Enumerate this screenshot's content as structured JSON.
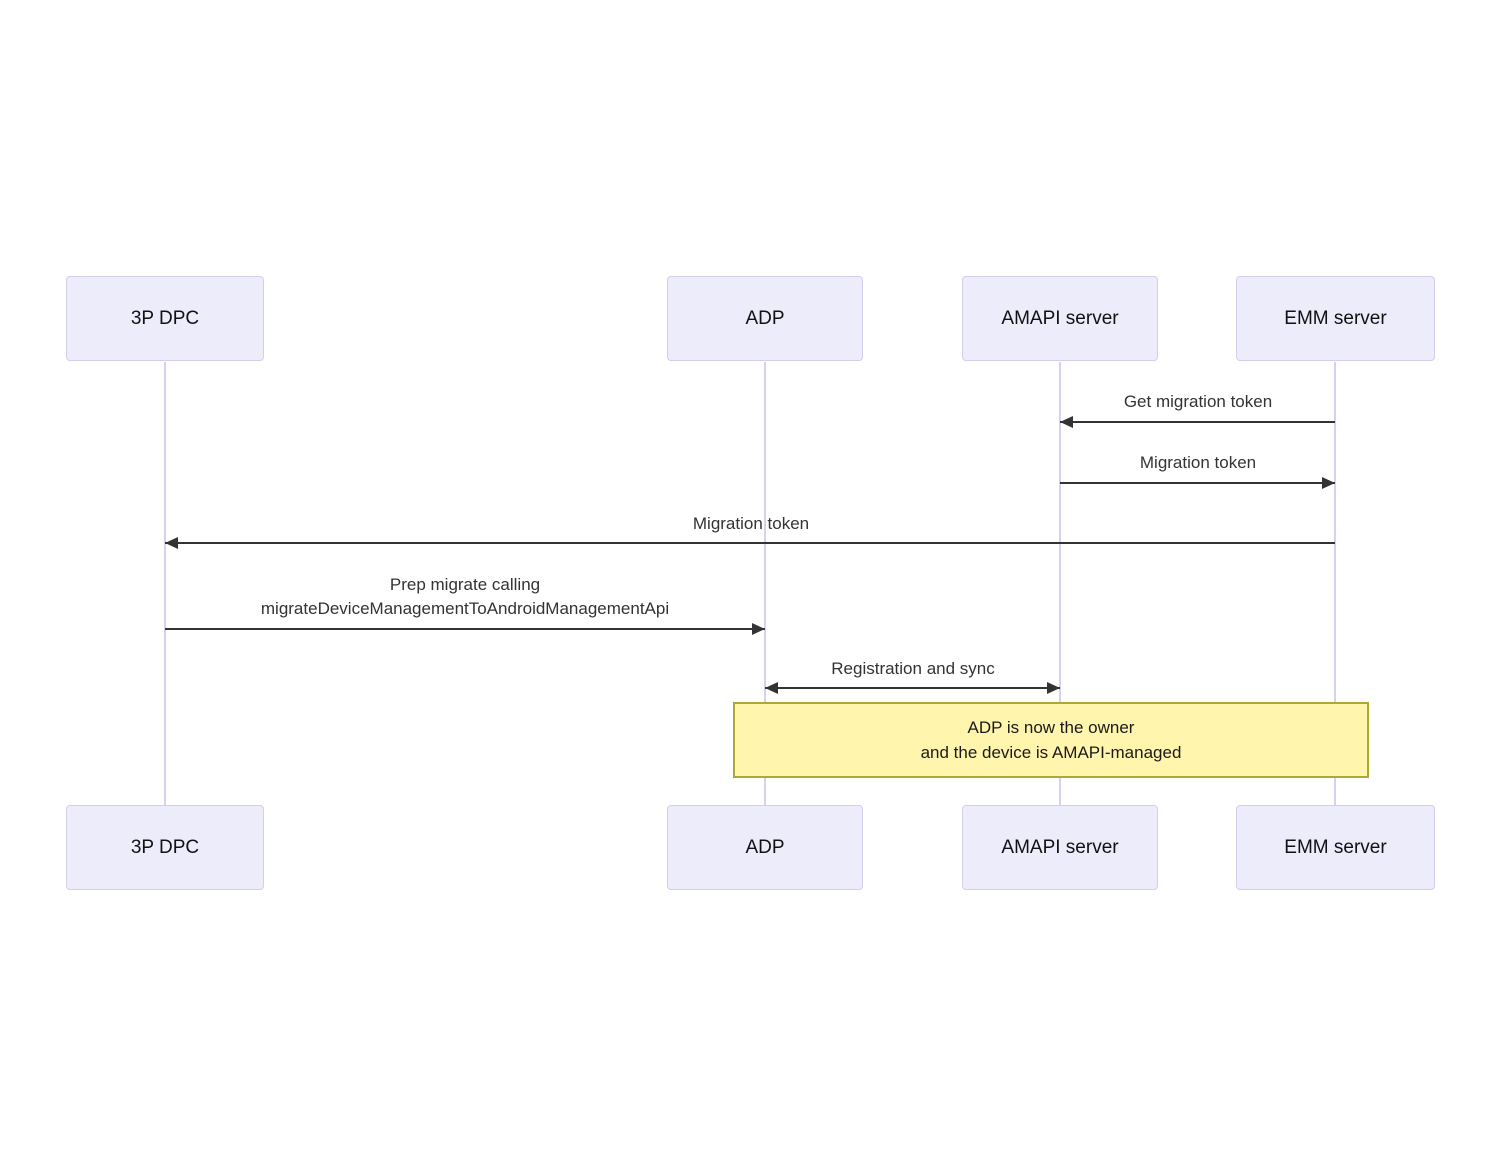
{
  "diagram_type": "sequence",
  "colors": {
    "background": "#ffffff",
    "actor-fill": "#ececfb",
    "actor-border": "#d5cdec",
    "actor-text": "#111111",
    "lifeline": "#d8d0ee",
    "message-line": "#333333",
    "message-text": "#333333",
    "note-fill": "#fff5ad",
    "note-border": "#aaaa33",
    "note-text": "#1a1a1a"
  },
  "actors": [
    {
      "id": "3p-dpc",
      "label": "3P DPC"
    },
    {
      "id": "adp",
      "label": "ADP"
    },
    {
      "id": "amapi-server",
      "label": "AMAPI server"
    },
    {
      "id": "emm-server",
      "label": "EMM server"
    }
  ],
  "messages": [
    {
      "from": "EMM server",
      "to": "AMAPI server",
      "direction": "left",
      "label": "Get migration token"
    },
    {
      "from": "AMAPI server",
      "to": "EMM server",
      "direction": "right",
      "label": "Migration token"
    },
    {
      "from": "EMM server",
      "to": "3P DPC",
      "direction": "left",
      "label": "Migration token"
    },
    {
      "from": "3P DPC",
      "to": "ADP",
      "direction": "right",
      "label": "Prep migrate calling migrateDeviceManagementToAndroidManagementApi",
      "lines": [
        "Prep migrate calling",
        "migrateDeviceManagementToAndroidManagementApi"
      ]
    },
    {
      "from": "ADP",
      "to": "AMAPI server",
      "direction": "both",
      "label": "Registration and sync"
    }
  ],
  "note": {
    "over": "ADP, AMAPI server, EMM server",
    "label": "ADP is now the owner and the device is AMAPI-managed",
    "lines": [
      "ADP is now the owner",
      "and the device is AMAPI-managed"
    ]
  }
}
